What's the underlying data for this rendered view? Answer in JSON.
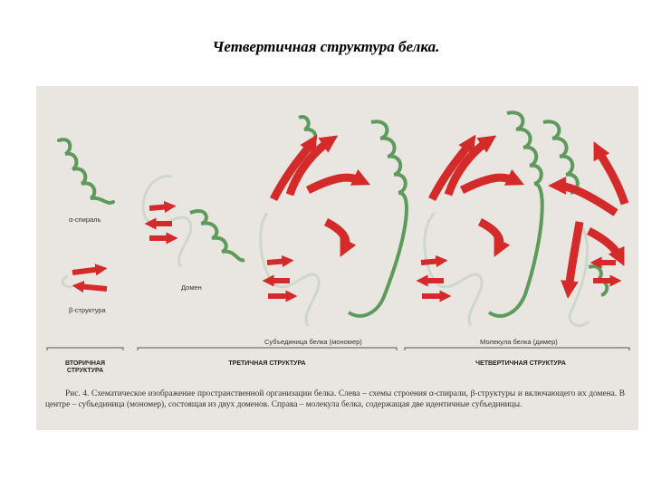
{
  "slide": {
    "title": "Четвертичная структура белка."
  },
  "figure": {
    "labels": {
      "alpha_helix": "α-спираль",
      "beta_structure": "β-структура",
      "domain": "Домен",
      "monomer": "Субъединица белка (мономер)",
      "dimer": "Молекула белка (димер)"
    },
    "categories": {
      "secondary": "ВТОРИЧНАЯ\nСТРУКТУРА",
      "tertiary": "ТРЕТИЧНАЯ СТРУКТУРА",
      "quaternary": "ЧЕТВЕРТИЧНАЯ СТРУКТУРА"
    },
    "caption": "Рис. 4. Схематическое изображение пространственной организации белка. Слева – схемы строения α-спирали, β-структуры и включающего их домена. В центре – субъединица (мономер), состоящая из двух доменов. Справа – молекула белка, содержащая две идентичные субъединицы.",
    "colors": {
      "helix": "#5e9a5c",
      "sheet": "#d42a2a",
      "coil": "#e8efe4",
      "background": "#e9e6e1"
    }
  }
}
